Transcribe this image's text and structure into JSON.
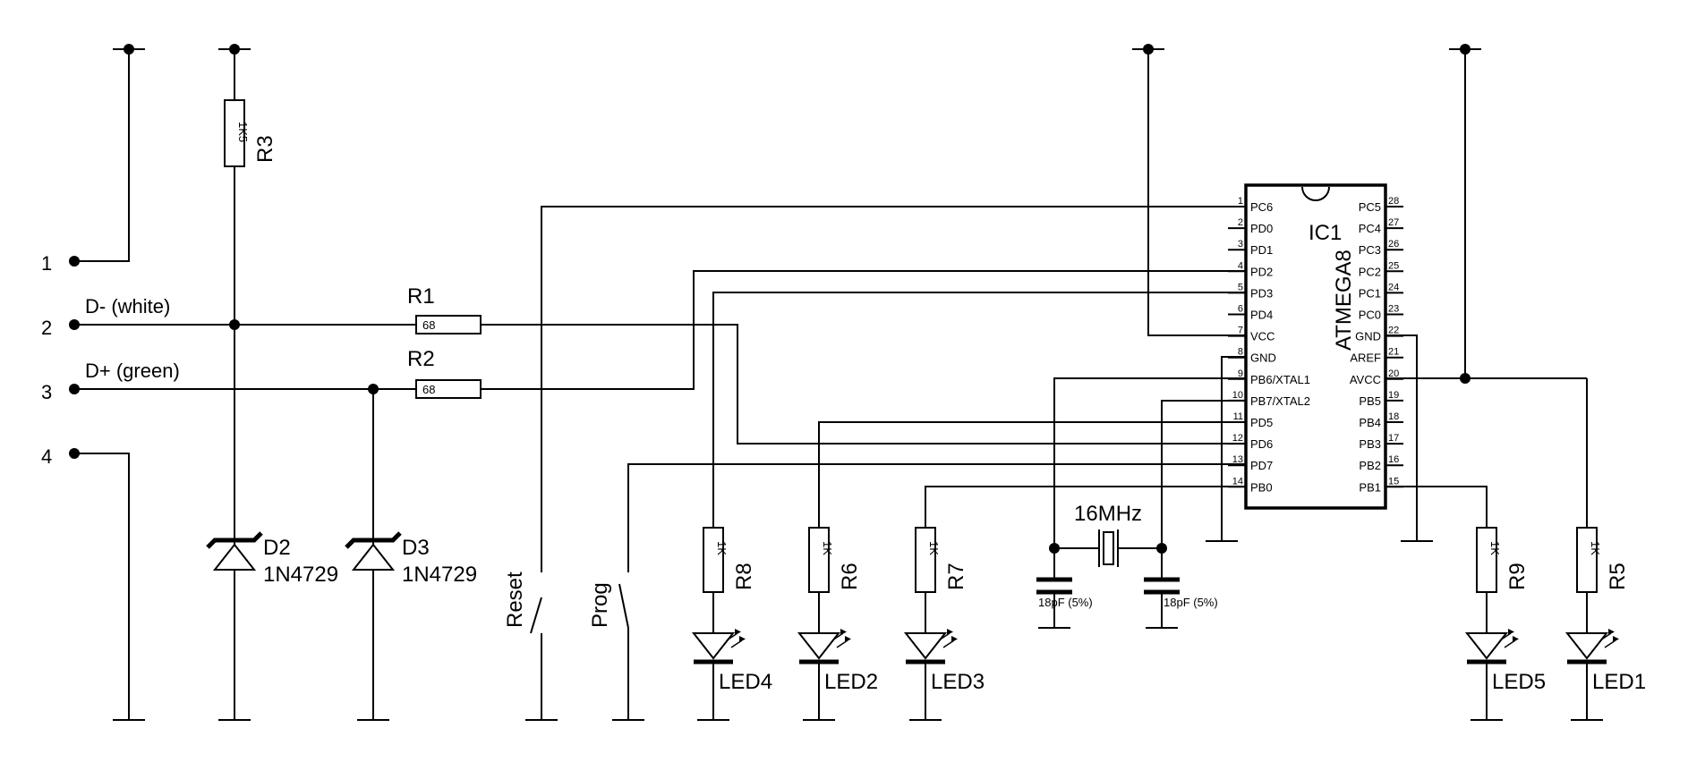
{
  "connector": {
    "pins": [
      "1",
      "2",
      "3",
      "4"
    ],
    "labels": {
      "dminus": "D- (white)",
      "dplus": "D+ (green)"
    }
  },
  "resistors": {
    "r1": {
      "name": "R1",
      "value": "68"
    },
    "r2": {
      "name": "R2",
      "value": "68"
    },
    "r3": {
      "name": "R3",
      "value": "1K5"
    },
    "r5": {
      "name": "R5",
      "value": "1K"
    },
    "r6": {
      "name": "R6",
      "value": "1K"
    },
    "r7": {
      "name": "R7",
      "value": "1K"
    },
    "r8": {
      "name": "R8",
      "value": "1K"
    },
    "r9": {
      "name": "R9",
      "value": "1K"
    }
  },
  "diodes": {
    "d2": {
      "name": "D2",
      "part": "1N4729"
    },
    "d3": {
      "name": "D3",
      "part": "1N4729"
    }
  },
  "leds": {
    "led1": "LED1",
    "led2": "LED2",
    "led3": "LED3",
    "led4": "LED4",
    "led5": "LED5"
  },
  "switches": {
    "reset": "Reset",
    "prog": "Prog"
  },
  "crystal": {
    "value": "16MHz"
  },
  "capacitors": {
    "c1": "18pF (5%)",
    "c2": "18pF (5%)"
  },
  "ic": {
    "ref": "IC1",
    "part": "ATMEGA8",
    "left_pins": [
      {
        "num": "1",
        "name": "PC6"
      },
      {
        "num": "2",
        "name": "PD0"
      },
      {
        "num": "3",
        "name": "PD1"
      },
      {
        "num": "4",
        "name": "PD2"
      },
      {
        "num": "5",
        "name": "PD3"
      },
      {
        "num": "6",
        "name": "PD4"
      },
      {
        "num": "7",
        "name": "VCC"
      },
      {
        "num": "8",
        "name": "GND"
      },
      {
        "num": "9",
        "name": "PB6/XTAL1"
      },
      {
        "num": "10",
        "name": "PB7/XTAL2"
      },
      {
        "num": "11",
        "name": "PD5"
      },
      {
        "num": "12",
        "name": "PD6"
      },
      {
        "num": "13",
        "name": "PD7"
      },
      {
        "num": "14",
        "name": "PB0"
      }
    ],
    "right_pins": [
      {
        "num": "28",
        "name": "PC5"
      },
      {
        "num": "27",
        "name": "PC4"
      },
      {
        "num": "26",
        "name": "PC3"
      },
      {
        "num": "25",
        "name": "PC2"
      },
      {
        "num": "24",
        "name": "PC1"
      },
      {
        "num": "23",
        "name": "PC0"
      },
      {
        "num": "22",
        "name": "GND"
      },
      {
        "num": "21",
        "name": "AREF"
      },
      {
        "num": "20",
        "name": "AVCC"
      },
      {
        "num": "19",
        "name": "PB5"
      },
      {
        "num": "18",
        "name": "PB4"
      },
      {
        "num": "17",
        "name": "PB3"
      },
      {
        "num": "16",
        "name": "PB2"
      },
      {
        "num": "15",
        "name": "PB1"
      }
    ]
  }
}
